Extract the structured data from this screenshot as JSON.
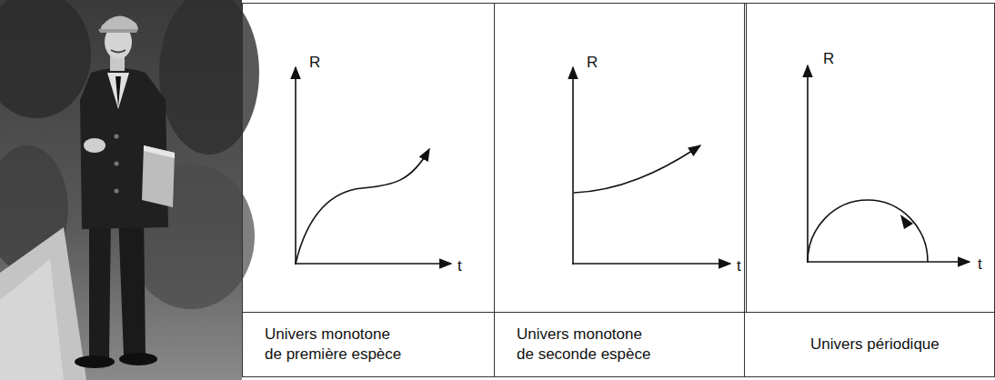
{
  "diagram": {
    "nodes": [
      {
        "text": [
          "R",
          "t"
        ]
      },
      {
        "text": [
          "R",
          "t"
        ]
      },
      {
        "text": [
          "R",
          "t"
        ]
      },
      {
        "text": [
          "Univers monotone de première espèce"
        ]
      },
      {
        "text": [
          "Univers monotone de seconde espèce"
        ]
      },
      {
        "text": [
          "Univers périodique"
        ]
      }
    ],
    "edges": []
  }
}
